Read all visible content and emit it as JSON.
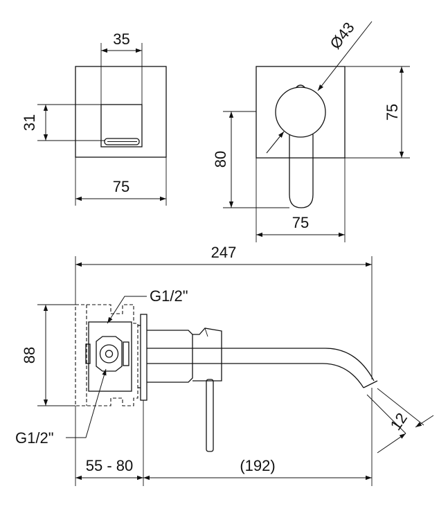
{
  "dimensions": {
    "front_opening_width": "35",
    "front_opening_height": "31",
    "front_plate_width": "75",
    "side_lever_diameter": "Ø43",
    "side_plate_height": "75",
    "side_lever_height": "80",
    "side_plate_width": "75",
    "overall_length": "247",
    "thread_top": "G1/2\"",
    "body_height": "88",
    "thread_bottom": "G1/2\"",
    "spout_outlet": "12",
    "wall_depth": "55 - 80",
    "spout_projection": "(192)"
  },
  "colors": {
    "line": "#111111",
    "background": "#ffffff"
  }
}
